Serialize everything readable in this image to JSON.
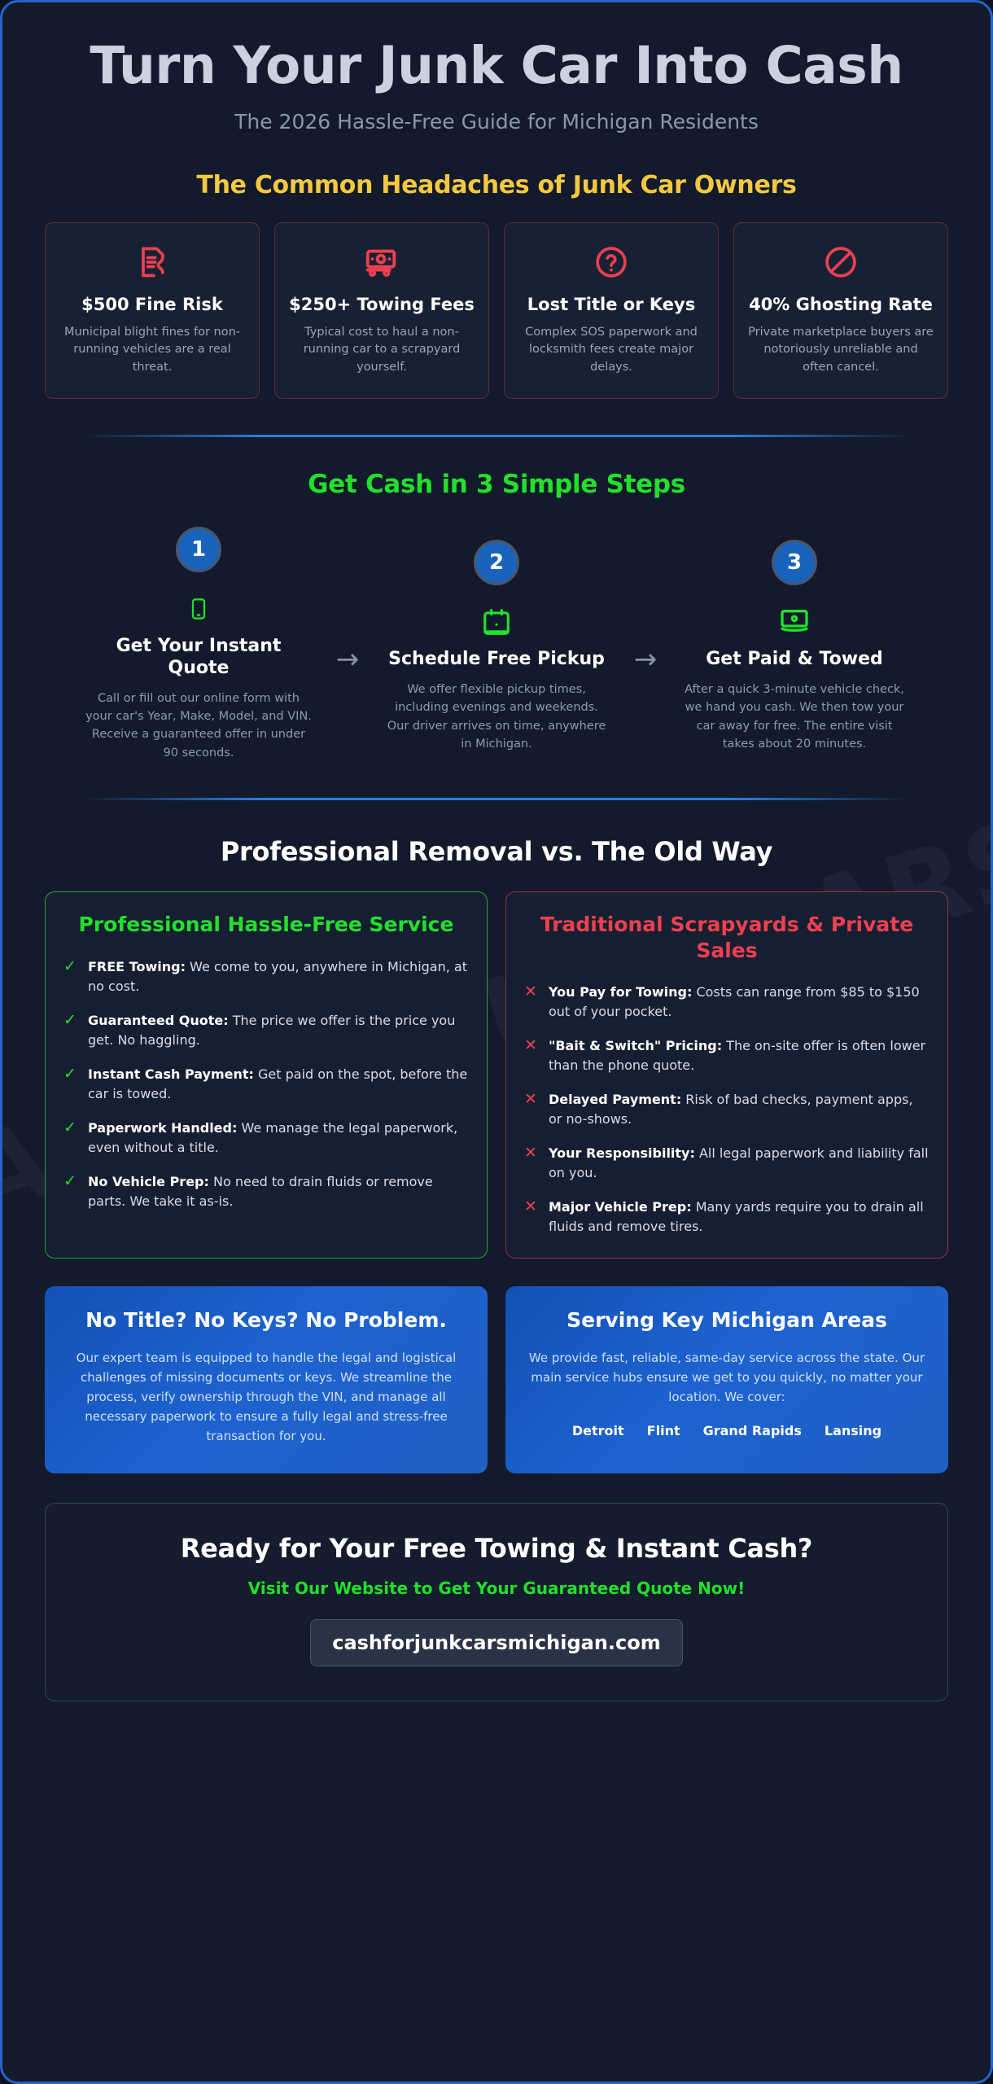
{
  "watermark": "CASHFORJUNKCARSMICHIGAN",
  "header": {
    "title": "Turn Your Junk Car Into Cash",
    "subtitle": "The 2026 Hassle-Free Guide for Michigan Residents"
  },
  "problems": {
    "section_title": "The Common Headaches of Junk Car Owners",
    "cards": [
      {
        "icon": "fine-document-icon",
        "title": "$500 Fine Risk",
        "desc": "Municipal blight fines for non-running vehicles are a real threat."
      },
      {
        "icon": "tow-truck-money-icon",
        "title": "$250+ Towing Fees",
        "desc": "Typical cost to haul a non-running car to a scrapyard yourself."
      },
      {
        "icon": "question-circle-icon",
        "title": "Lost Title or Keys",
        "desc": "Complex SOS paperwork and locksmith fees create major delays."
      },
      {
        "icon": "prohibited-icon",
        "title": "40% Ghosting Rate",
        "desc": "Private marketplace buyers are notoriously unreliable and often cancel."
      }
    ]
  },
  "steps": {
    "section_title": "Get Cash in 3 Simple Steps",
    "arrow": "→",
    "items": [
      {
        "number": "1",
        "icon": "phone-icon",
        "title": "Get Your Instant Quote",
        "desc": "Call or fill out our online form with your car's Year, Make, Model, and VIN. Receive a guaranteed offer in under 90 seconds."
      },
      {
        "number": "2",
        "icon": "calendar-icon",
        "title": "Schedule Free Pickup",
        "desc": "We offer flexible pickup times, including evenings and weekends. Our driver arrives on time, anywhere in Michigan."
      },
      {
        "number": "3",
        "icon": "cash-bill-icon",
        "title": "Get Paid & Towed",
        "desc": "After a quick 3-minute vehicle check, we hand you cash. We then tow your car away for free. The entire visit takes about 20 minutes."
      }
    ]
  },
  "comparison": {
    "section_title": "Professional Removal vs. The Old Way",
    "good": {
      "title": "Professional Hassle-Free Service",
      "mark": "✓",
      "items": [
        {
          "label": "FREE Towing:",
          "text": " We come to you, anywhere in Michigan, at no cost."
        },
        {
          "label": "Guaranteed Quote:",
          "text": " The price we offer is the price you get. No haggling."
        },
        {
          "label": "Instant Cash Payment:",
          "text": " Get paid on the spot, before the car is towed."
        },
        {
          "label": "Paperwork Handled:",
          "text": " We manage the legal paperwork, even without a title."
        },
        {
          "label": "No Vehicle Prep:",
          "text": " No need to drain fluids or remove parts. We take it as-is."
        }
      ]
    },
    "bad": {
      "title": "Traditional Scrapyards & Private Sales",
      "mark": "✕",
      "items": [
        {
          "label": "You Pay for Towing:",
          "text": " Costs can range from $85 to $150 out of your pocket."
        },
        {
          "label": "\"Bait & Switch\" Pricing:",
          "text": " The on-site offer is often lower than the phone quote."
        },
        {
          "label": "Delayed Payment:",
          "text": " Risk of bad checks, payment apps, or no-shows."
        },
        {
          "label": "Your Responsibility:",
          "text": " All legal paperwork and liability fall on you."
        },
        {
          "label": "Major Vehicle Prep:",
          "text": " Many yards require you to drain all fluids and remove tires."
        }
      ]
    }
  },
  "info": {
    "left": {
      "title": "No Title? No Keys? No Problem.",
      "desc": "Our expert team is equipped to handle the legal and logistical challenges of missing documents or keys. We streamline the process, verify ownership through the VIN, and manage all necessary paperwork to ensure a fully legal and stress-free transaction for you."
    },
    "right": {
      "title": "Serving Key Michigan Areas",
      "desc": "We provide fast, reliable, same-day service across the state. Our main service hubs ensure we get to you quickly, no matter your location. We cover:",
      "areas": [
        "Detroit",
        "Flint",
        "Grand Rapids",
        "Lansing"
      ]
    }
  },
  "cta": {
    "title": "Ready for Your Free Towing & Instant Cash?",
    "subtitle": "Visit Our Website to Get Your Guaranteed Quote Now!",
    "url": "cashforjunkcarsmichigan.com"
  },
  "colors": {
    "accent_blue": "#2563c9",
    "accent_green": "#22e02c",
    "accent_yellow": "#f5c842",
    "accent_red": "#ef4050",
    "background": "#121a2b"
  }
}
